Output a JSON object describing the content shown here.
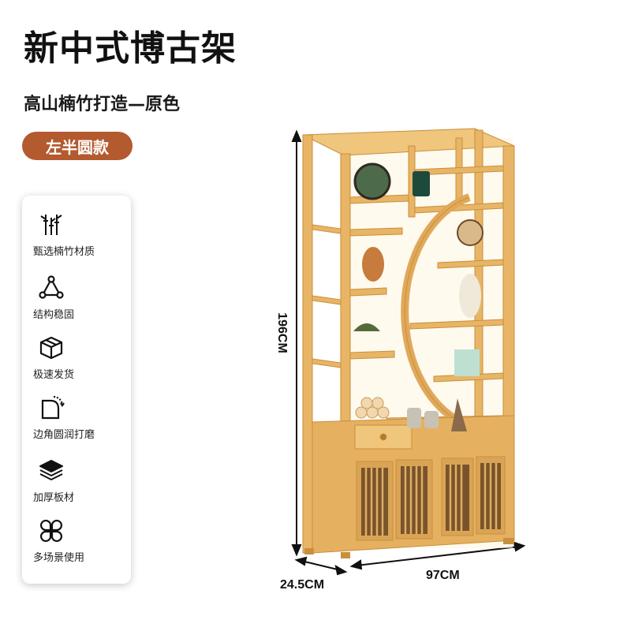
{
  "title": "新中式博古架",
  "subtitle": "高山楠竹打造—原色",
  "badge": "左半圆款",
  "features": [
    {
      "icon": "bamboo-icon",
      "label": "甄选楠竹材质"
    },
    {
      "icon": "triangle-structure-icon",
      "label": "结构稳固"
    },
    {
      "icon": "box-icon",
      "label": "极速发货"
    },
    {
      "icon": "rounded-corner-icon",
      "label": "边角圆润打磨"
    },
    {
      "icon": "stacked-layers-icon",
      "label": "加厚板材"
    },
    {
      "icon": "clover-icon",
      "label": "多场景使用"
    }
  ],
  "dimensions": {
    "height": "196CM",
    "width": "97CM",
    "depth": "24.5CM"
  },
  "colors": {
    "badge": "#b35a2e",
    "wood": "#e8b466"
  }
}
